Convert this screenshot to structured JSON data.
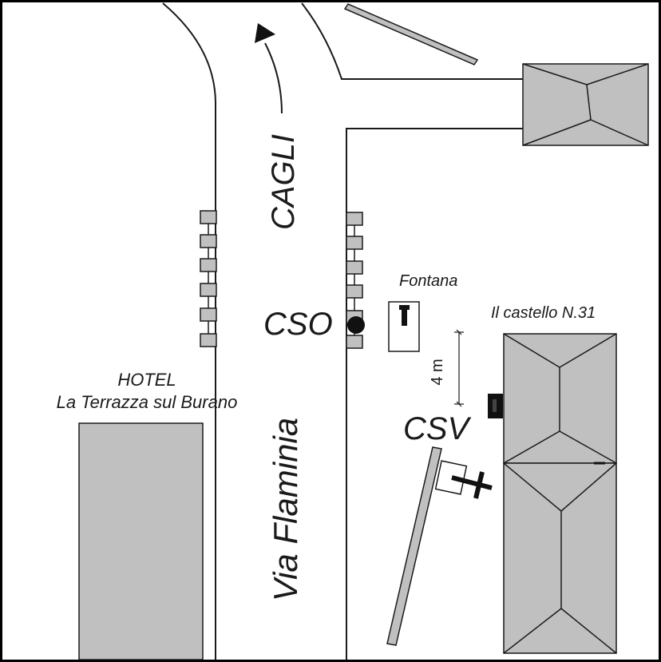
{
  "map": {
    "colors": {
      "road_line": "#1a1a1a",
      "building_fill": "#c0c0c0",
      "building_stroke": "#1a1a1a",
      "marker": "#111111",
      "border": "#000000"
    },
    "labels": {
      "hotel_title": "HOTEL",
      "hotel_name": "La Terrazza sul Burano",
      "fontana": "Fontana",
      "castello": "Il castello N.31",
      "cso": "CSO",
      "csv": "CSV",
      "cagli": "CAGLI",
      "street": "Via Flaminia",
      "distance": "4 m"
    },
    "icons": {
      "direction": "arrow-up-icon",
      "station_cso": "filled-circle-icon",
      "cross": "cross-icon"
    }
  }
}
